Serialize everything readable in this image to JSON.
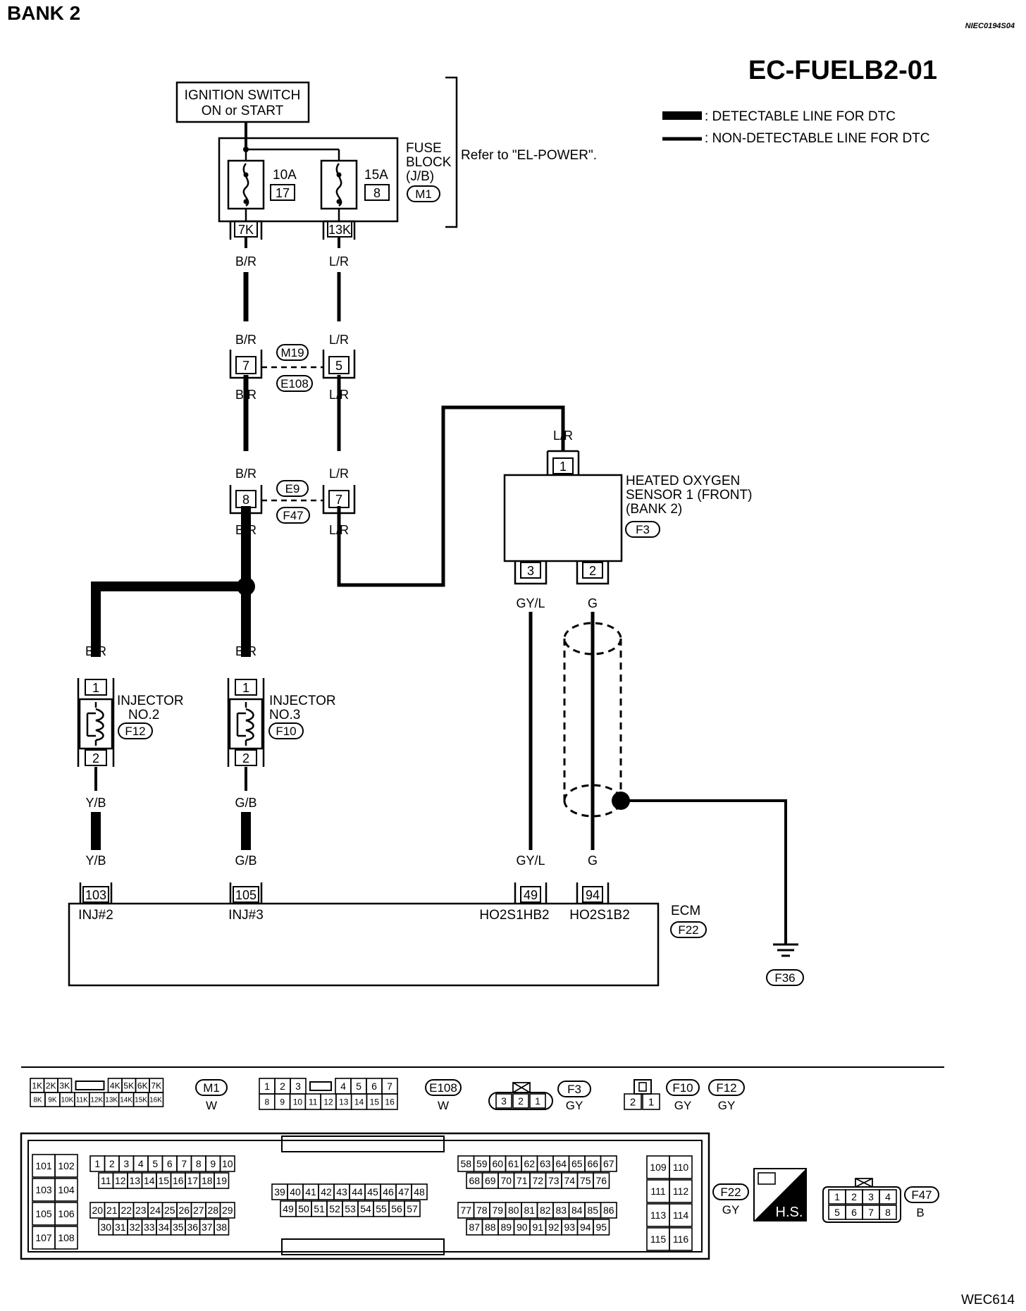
{
  "header": {
    "bank": "BANK 2",
    "ref_code": "NIEC0194S04",
    "title": "EC-FUELB2-01",
    "figure_id": "WEC614"
  },
  "legend": {
    "detectable": ": DETECTABLE LINE FOR DTC",
    "non_detectable": ": NON-DETECTABLE LINE FOR DTC"
  },
  "ignition": {
    "line1": "IGNITION SWITCH",
    "line2": "ON or START"
  },
  "fuse_block": {
    "line1": "FUSE",
    "line2": "BLOCK",
    "line3": "(J/B)",
    "connector": "M1",
    "note": "Refer to \"EL-POWER\".",
    "fuse1": {
      "rating": "10A",
      "number": "17",
      "terminal": "7K"
    },
    "fuse2": {
      "rating": "15A",
      "number": "8",
      "terminal": "13K"
    }
  },
  "wires": {
    "br": "B/R",
    "lr": "L/R",
    "yb": "Y/B",
    "gb": "G/B",
    "gyl": "GY/L",
    "g": "G"
  },
  "junction1": {
    "pin_left": "7",
    "pin_right": "5",
    "conn_top": "M19",
    "conn_bottom": "E108"
  },
  "junction2": {
    "pin_left": "8",
    "pin_right": "7",
    "conn_top": "E9",
    "conn_bottom": "F47"
  },
  "sensor": {
    "line1": "HEATED OXYGEN",
    "line2": "SENSOR 1 (FRONT)",
    "line3": "(BANK 2)",
    "connector": "F3",
    "pin_top": "1",
    "pin_left": "3",
    "pin_right": "2"
  },
  "injector2": {
    "line1": "INJECTOR",
    "line2": "NO.2",
    "connector": "F12",
    "pin_top": "1",
    "pin_bottom": "2"
  },
  "injector3": {
    "line1": "INJECTOR",
    "line2": "NO.3",
    "connector": "F10",
    "pin_top": "1",
    "pin_bottom": "2"
  },
  "ecm": {
    "name": "ECM",
    "connector": "F22",
    "pins": [
      {
        "pin": "103",
        "signal": "INJ#2"
      },
      {
        "pin": "105",
        "signal": "INJ#3"
      },
      {
        "pin": "49",
        "signal": "HO2S1HB2"
      },
      {
        "pin": "94",
        "signal": "HO2S1B2"
      }
    ]
  },
  "ground": {
    "connector": "F36"
  },
  "connector_views": {
    "m1": {
      "code": "M1",
      "color": "W",
      "top": [
        "1K",
        "2K",
        "3K",
        "4K",
        "5K",
        "6K",
        "7K"
      ],
      "bottom": [
        "8K",
        "9K",
        "10K",
        "11K",
        "12K",
        "13K",
        "14K",
        "15K",
        "16K"
      ]
    },
    "e108": {
      "code": "E108",
      "color": "W",
      "top": [
        "1",
        "2",
        "3",
        "4",
        "5",
        "6",
        "7"
      ],
      "bottom": [
        "8",
        "9",
        "10",
        "11",
        "12",
        "13",
        "14",
        "15",
        "16"
      ]
    },
    "f3": {
      "code": "F3",
      "color": "GY",
      "pins": [
        "3",
        "2",
        "1"
      ]
    },
    "f10f12": {
      "code1": "F10",
      "code2": "F12",
      "color1": "GY",
      "color2": "GY",
      "pins": [
        "2",
        "1"
      ]
    },
    "f22": {
      "code": "F22",
      "color": "GY",
      "hs_label": "H.S.",
      "left_block": [
        "101",
        "102",
        "103",
        "104",
        "105",
        "106",
        "107",
        "108"
      ],
      "row1": [
        "1",
        "2",
        "3",
        "4",
        "5",
        "6",
        "7",
        "8",
        "9",
        "10"
      ],
      "row2": [
        "11",
        "12",
        "13",
        "14",
        "15",
        "16",
        "17",
        "18",
        "19"
      ],
      "row3": [
        "20",
        "21",
        "22",
        "23",
        "24",
        "25",
        "26",
        "27",
        "28",
        "29"
      ],
      "row4": [
        "30",
        "31",
        "32",
        "33",
        "34",
        "35",
        "36",
        "37",
        "38"
      ],
      "mid1": [
        "39",
        "40",
        "41",
        "42",
        "43",
        "44",
        "45",
        "46",
        "47",
        "48"
      ],
      "mid2": [
        "49",
        "50",
        "51",
        "52",
        "53",
        "54",
        "55",
        "56",
        "57"
      ],
      "r_row1": [
        "58",
        "59",
        "60",
        "61",
        "62",
        "63",
        "64",
        "65",
        "66",
        "67"
      ],
      "r_row2": [
        "68",
        "69",
        "70",
        "71",
        "72",
        "73",
        "74",
        "75",
        "76"
      ],
      "r_row3": [
        "77",
        "78",
        "79",
        "80",
        "81",
        "82",
        "83",
        "84",
        "85",
        "86"
      ],
      "r_row4": [
        "87",
        "88",
        "89",
        "90",
        "91",
        "92",
        "93",
        "94",
        "95"
      ],
      "right_block": [
        "109",
        "110",
        "111",
        "112",
        "113",
        "114",
        "115",
        "116"
      ]
    },
    "f47": {
      "code": "F47",
      "color": "B",
      "top": [
        "1",
        "2",
        "3",
        "4"
      ],
      "bottom": [
        "5",
        "6",
        "7",
        "8"
      ]
    }
  }
}
